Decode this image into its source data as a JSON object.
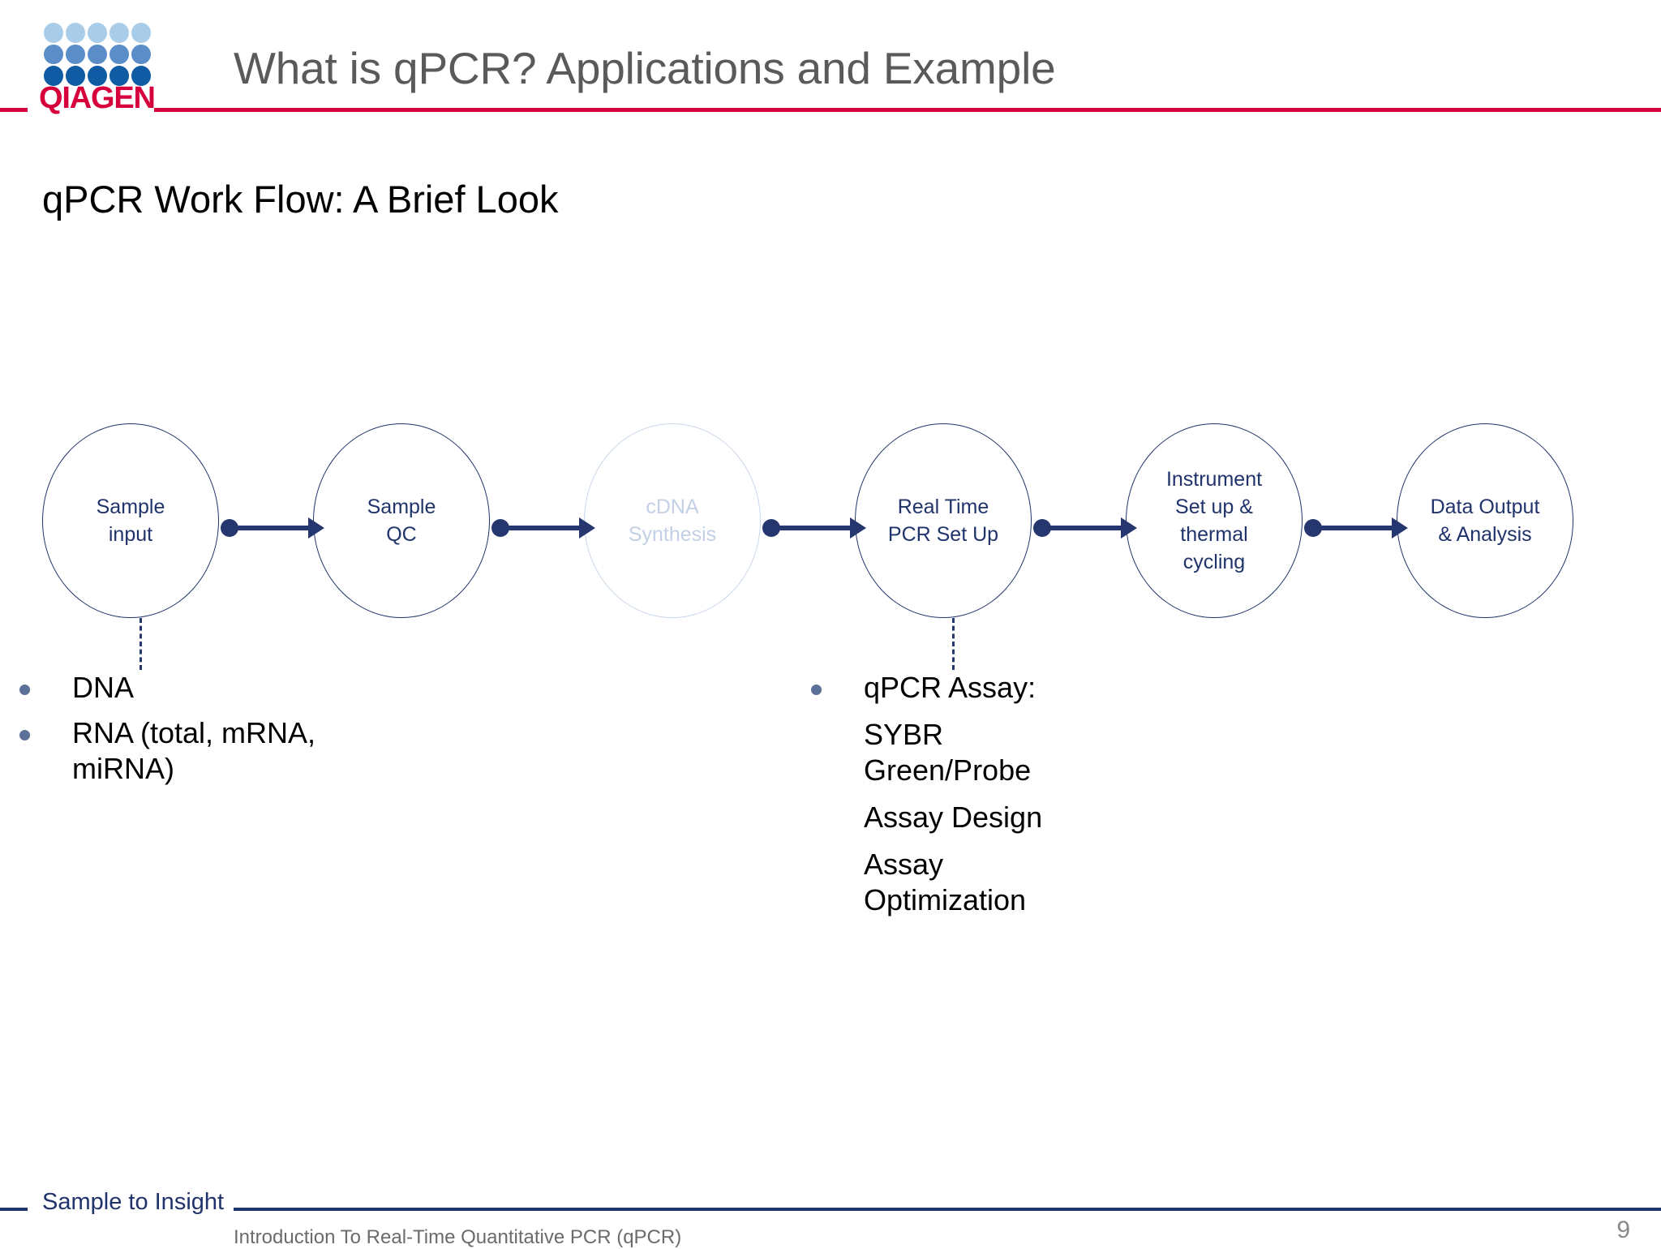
{
  "header": {
    "title": "What is qPCR? Applications and Example",
    "logo_word": "QIAGEN",
    "logo_icon": "qiagen-dot-grid-icon",
    "accent_color": "#d6003c",
    "title_color": "#5a5a5a",
    "logo_dot_colors": [
      "#a9cde9",
      "#5b8ec9",
      "#0f5ca4"
    ]
  },
  "body": {
    "subtitle": "qPCR Work Flow: A Brief Look"
  },
  "flow": {
    "node_color": "#20336b",
    "faded_color": "#c3d0e6",
    "connector_color": "#25376e",
    "nodes": [
      {
        "id": "sample-input",
        "lines": [
          "Sample",
          "input"
        ],
        "faded": false,
        "has_drop": true
      },
      {
        "id": "sample-qc",
        "lines": [
          "Sample",
          "QC"
        ],
        "faded": false,
        "has_drop": false
      },
      {
        "id": "cdna-synthesis",
        "lines": [
          "cDNA",
          "Synthesis"
        ],
        "faded": true,
        "has_drop": false
      },
      {
        "id": "real-time-pcr-set-up",
        "lines": [
          "Real Time",
          "PCR Set Up"
        ],
        "faded": false,
        "has_drop": true
      },
      {
        "id": "instrument-setup-thermal-cycling",
        "lines": [
          "Instrument",
          "Set up &",
          "thermal",
          "cycling"
        ],
        "faded": false,
        "has_drop": false
      },
      {
        "id": "data-output-analysis",
        "lines": [
          "Data Output",
          "& Analysis"
        ],
        "faded": false,
        "has_drop": false
      }
    ],
    "arrow_count": 5
  },
  "lists": {
    "bullet_color": "#5b7096",
    "left": {
      "bullets": [
        "DNA",
        "RNA (total, mRNA, miRNA)"
      ],
      "sub_lines": []
    },
    "right": {
      "bullets": [
        "qPCR Assay:"
      ],
      "sub_lines": [
        "SYBR Green/Probe",
        "Assay Design",
        "Assay Optimization"
      ]
    }
  },
  "footer": {
    "tagline": "Sample to Insight",
    "subject": "Introduction To Real-Time Quantitative PCR (qPCR)",
    "page_number": "9",
    "rule_color": "#20336b"
  }
}
